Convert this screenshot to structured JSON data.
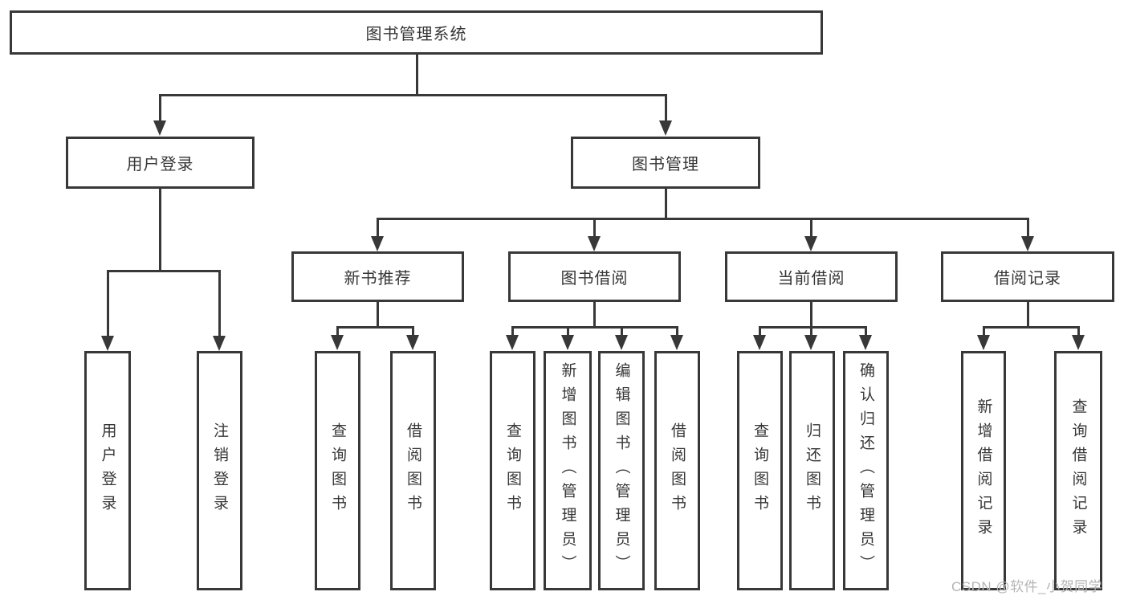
{
  "diagram": {
    "colors": {
      "line": "#383838",
      "text": "#363636",
      "background": "#ffffff",
      "watermark": "#b5b5b5"
    }
  },
  "tree": {
    "root": "图书管理系统",
    "branches": [
      {
        "label": "用户登录",
        "leaves": [
          "用户登录",
          "注销登录"
        ]
      },
      {
        "label": "图书管理",
        "groups": [
          {
            "label": "新书推荐",
            "leaves": [
              "查询图书",
              "借阅图书"
            ]
          },
          {
            "label": "图书借阅",
            "leaves": [
              "查询图书",
              "新增图书（管理员）",
              "编辑图书（管理员）",
              "借阅图书"
            ]
          },
          {
            "label": "当前借阅",
            "leaves": [
              "查询图书",
              "归还图书",
              "确认归还（管理员）"
            ]
          },
          {
            "label": "借阅记录",
            "leaves": [
              "新增借阅记录",
              "查询借阅记录"
            ]
          }
        ]
      }
    ]
  },
  "watermark": {
    "text": "CSDN @软件_小贺同学"
  }
}
